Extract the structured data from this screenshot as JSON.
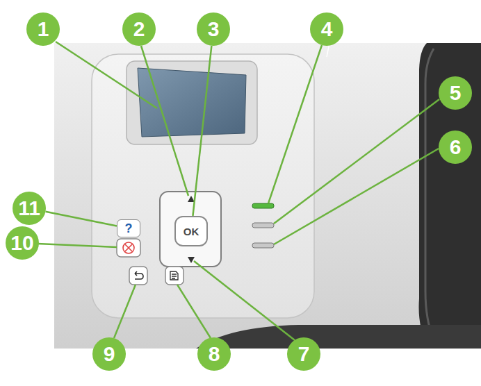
{
  "diagram": {
    "nodes": [
      {
        "text": [
          "1"
        ]
      },
      {
        "text": [
          "2"
        ]
      },
      {
        "text": [
          "3"
        ]
      },
      {
        "text": [
          "4"
        ]
      },
      {
        "text": [
          "5"
        ]
      },
      {
        "text": [
          "6"
        ]
      },
      {
        "text": [
          "7"
        ]
      },
      {
        "text": [
          "8"
        ]
      },
      {
        "text": [
          "9"
        ]
      },
      {
        "text": [
          "10"
        ]
      },
      {
        "text": [
          "11"
        ]
      },
      {
        "text": [
          "OK"
        ]
      },
      {
        "text": [
          "?"
        ]
      }
    ],
    "edges": [
      {
        "from": 2,
        "to": 11,
        "arrow": "none"
      },
      {
        "from": 10,
        "to": 12,
        "arrow": "none"
      }
    ]
  }
}
